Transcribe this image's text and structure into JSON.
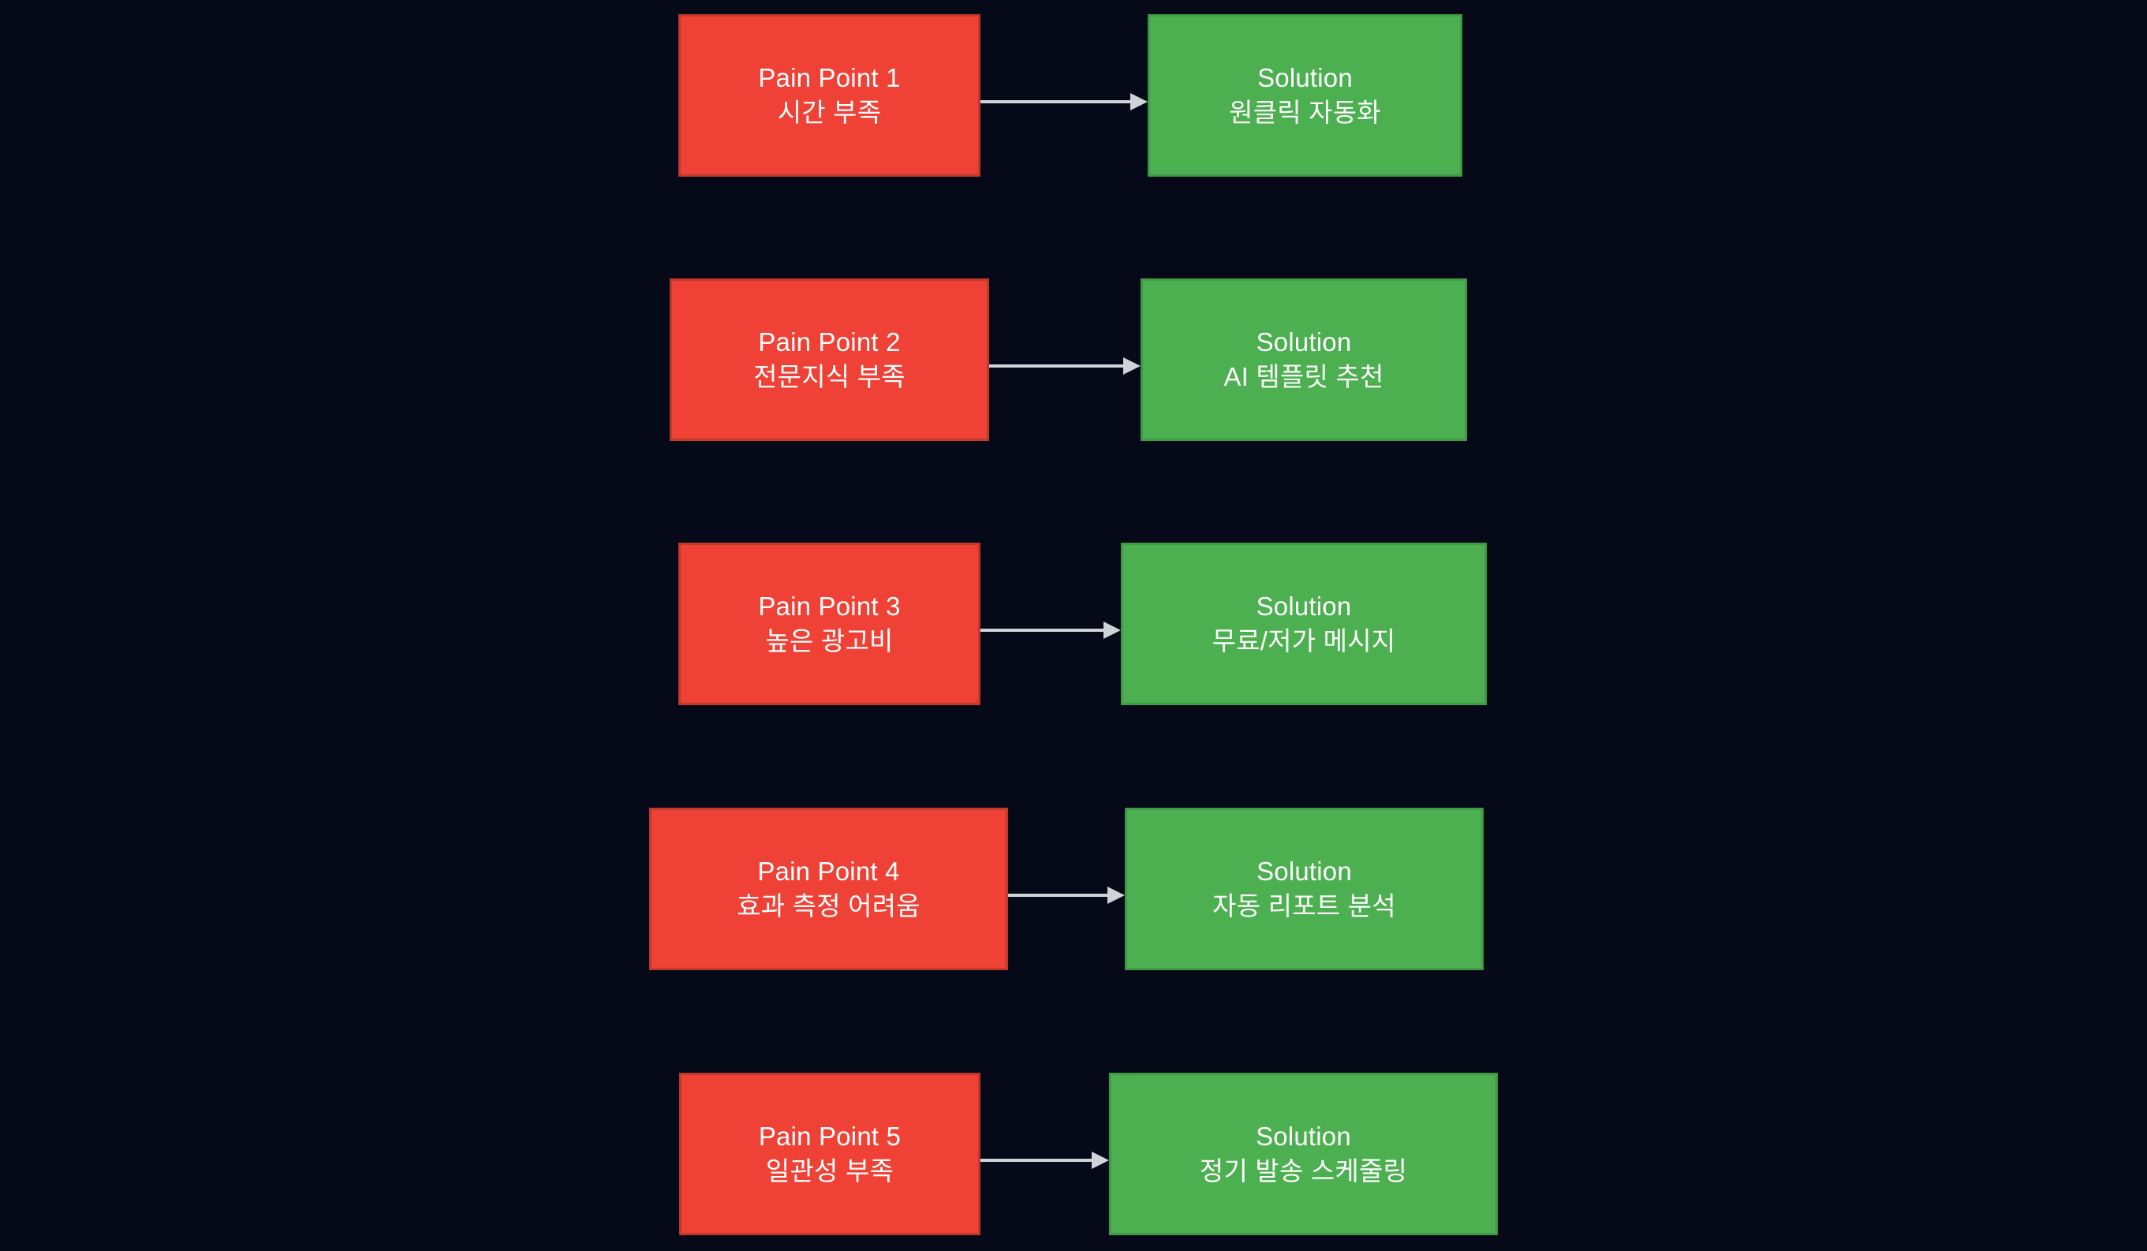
{
  "diagram": {
    "type": "flowchart",
    "title": "",
    "background_color": "#060a18",
    "pain_color": "#ef4136",
    "pain_border_color": "#c0392b",
    "solution_color": "#4caf50",
    "solution_border_color": "#409a45",
    "arrow_color": "#d0d3d8",
    "text_color": "#ffffff",
    "rows": [
      {
        "pain": {
          "label": "Pain Point 1",
          "detail": "시간 부족"
        },
        "solution": {
          "label": "Solution",
          "detail": "원클릭 자동화"
        }
      },
      {
        "pain": {
          "label": "Pain Point 2",
          "detail": "전문지식 부족"
        },
        "solution": {
          "label": "Solution",
          "detail": "AI 템플릿 추천"
        }
      },
      {
        "pain": {
          "label": "Pain Point 3",
          "detail": "높은 광고비"
        },
        "solution": {
          "label": "Solution",
          "detail": "무료/저가 메시지"
        }
      },
      {
        "pain": {
          "label": "Pain Point 4",
          "detail": "효과 측정 어려움"
        },
        "solution": {
          "label": "Solution",
          "detail": "자동 리포트 분석"
        }
      },
      {
        "pain": {
          "label": "Pain Point 5",
          "detail": "일관성 부족"
        },
        "solution": {
          "label": "Solution",
          "detail": "정기 발송 스케줄링"
        }
      }
    ]
  }
}
